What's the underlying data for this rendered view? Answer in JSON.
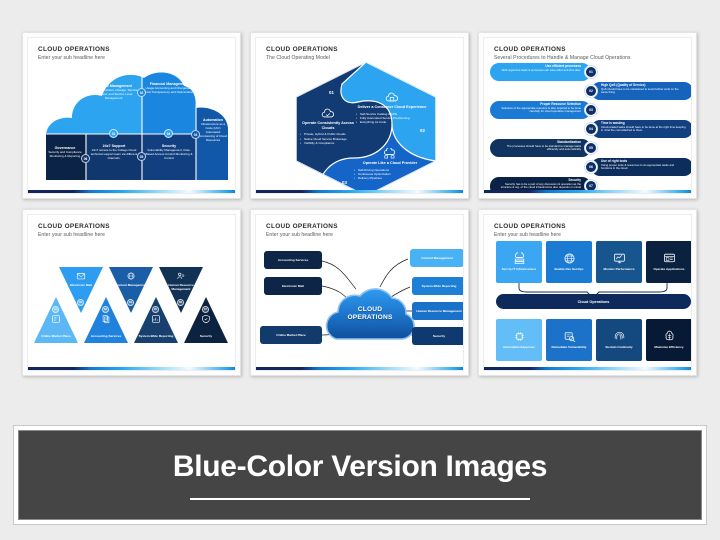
{
  "colors": {
    "page_bg": "#ececec",
    "slide_bg": "#ffffff",
    "light_blue": "#2da4f0",
    "mid_blue": "#1a74c8",
    "dark_blue": "#123a73",
    "navy": "#0c2347",
    "banner_bg": "#454545",
    "accent_bar": "#10265c"
  },
  "banner": {
    "title": "Blue-Color Version Images"
  },
  "slides": [
    {
      "id": "cloud-puzzle",
      "title": "CLOUD OPERATIONS",
      "subtitle": "Enter your sub headline here",
      "pieces": [
        {
          "num": "01",
          "heading": "Service Management",
          "body": "Incident, Problem, Change, Service Request, and Service Level Management."
        },
        {
          "num": "02",
          "heading": "Financial Management",
          "body": "Usage Accounting and Chargeback Cost Transparency and Optimization"
        },
        {
          "num": "03",
          "heading": "Automation",
          "body": "Infrastructure as a Code (IAC) Automated provisioning of Cloud Resources"
        },
        {
          "num": "04",
          "heading": "Security",
          "body": "Vulnerability Management, Role-Based Access Control Monitoring & Control"
        },
        {
          "num": "05",
          "heading": "24x7 Support",
          "body": "24x7 access to the Collegs Cloud technical support team via different channels."
        },
        {
          "num": "06",
          "heading": "Governance",
          "body": "Security and Compliance Monitoring & Reporting"
        }
      ]
    },
    {
      "id": "cloud-operating-model",
      "title": "CLOUD OPERATIONS",
      "subtitle": "The Cloud Operating Model",
      "segments": [
        {
          "num": "01",
          "heading": "Deliver a Consumer Cloud Experience",
          "icon": "cloud-icon",
          "bullets": [
            "Self-Service Catalog & APIs",
            "Fully Automated Service Provisioning",
            "Everything As Code"
          ]
        },
        {
          "num": "02",
          "heading": "Operate Like a Cloud Provider",
          "icon": "cloud-network-icon",
          "bullets": [
            "Self-Driving Operations",
            "Continuous Optimization",
            "Delivery Pipelines"
          ]
        },
        {
          "num": "03",
          "heading": "Operate Consistently Across Clouds",
          "icon": "cloud-check-icon",
          "bullets": [
            "Private, Hybrid & Public Clouds",
            "Native Cloud Service Brokerage",
            "Visibility & Compliance"
          ]
        }
      ]
    },
    {
      "id": "procedures",
      "title": "CLOUD OPERATIONS",
      "subtitle": "Several Procedures to Handle & Manage Cloud Operations",
      "items": [
        {
          "num": "01",
          "side": "left",
          "heading": "Use efficient processes",
          "body": "Well-organized tasks & processes can save effort and time also."
        },
        {
          "num": "02",
          "side": "right",
          "heading": "High QoS (Quality of Service)",
          "body": "QoS should have to be maintained to avoid further work on the same thing."
        },
        {
          "num": "03",
          "side": "left",
          "heading": "Proper Resource Selection",
          "body": "Selection of the appropriate resource is also required to be done carefully for cloud operation management"
        },
        {
          "num": "04",
          "side": "right",
          "heading": "Time is wasting",
          "body": "Cloud-related tasks should have to be done at the right time keeping in mind the cost attached to them."
        },
        {
          "num": "05",
          "side": "left",
          "heading": "Standardization",
          "body": "The processes should have to be standard to manage tasks efficiently and automatically"
        },
        {
          "num": "06",
          "side": "right",
          "heading": "Use of right tools",
          "body": "Using proper tools & resources to do appropriate tasks and functions in the cloud."
        },
        {
          "num": "07",
          "side": "left",
          "heading": "Security",
          "body": "Security has to be a part of any discussion & operation as the structure & org. of the cloud infrastructure also depends on cloud security"
        }
      ]
    },
    {
      "id": "triangles",
      "title": "CLOUD OPERATIONS",
      "subtitle": "Enter your sub headline here",
      "items": [
        {
          "num": "01",
          "label": "Online Market Place",
          "icon": "marketplace-icon",
          "dir": "up"
        },
        {
          "num": "02",
          "label": "Electronic Mail",
          "icon": "mail-icon",
          "dir": "dn"
        },
        {
          "num": "03",
          "label": "Accounting Services",
          "icon": "documents-icon",
          "dir": "up"
        },
        {
          "num": "04",
          "label": "Content Management",
          "icon": "network-icon",
          "dir": "dn"
        },
        {
          "num": "05",
          "label": "System-Wide Reporting",
          "icon": "report-icon",
          "dir": "up"
        },
        {
          "num": "06",
          "label": "Human Resource Management",
          "icon": "hr-icon",
          "dir": "dn"
        },
        {
          "num": "07",
          "label": "Security",
          "icon": "shield-icon",
          "dir": "up"
        }
      ]
    },
    {
      "id": "mindmap",
      "title": "CLOUD OPERATIONS",
      "subtitle": "Enter your sub headline here",
      "center": "CLOUD OPERATIONS",
      "nodes": [
        {
          "label": "Accounting Services",
          "side": "left"
        },
        {
          "label": "Electronic Mail",
          "side": "left"
        },
        {
          "label": "Online Market Place",
          "side": "left"
        },
        {
          "label": "Content Management",
          "side": "right"
        },
        {
          "label": "System-Wide Reporting",
          "side": "right"
        },
        {
          "label": "Human Resource Management",
          "side": "right"
        },
        {
          "label": "Security",
          "side": "right"
        }
      ]
    },
    {
      "id": "cards",
      "title": "CLOUD OPERATIONS",
      "subtitle": "Enter your sub headline here",
      "bar_label": "Cloud Operations",
      "top_cards": [
        {
          "label": "Set Up IT Infrastructure",
          "icon": "server-cloud-icon"
        },
        {
          "label": "Enable Dev SecOps",
          "icon": "globe-icon"
        },
        {
          "label": "Monitor Performance",
          "icon": "monitor-icon"
        },
        {
          "label": "Operate Applications",
          "icon": "app-window-icon"
        }
      ],
      "bottom_cards": [
        {
          "label": "Automatize Expenses",
          "icon": "chip-icon"
        },
        {
          "label": "Remediate Vulnerability",
          "icon": "bug-scan-icon"
        },
        {
          "label": "Sustain Continuity",
          "icon": "fingerprint-icon"
        },
        {
          "label": "Maximize Efficiency",
          "icon": "gear-brain-icon"
        }
      ]
    }
  ]
}
